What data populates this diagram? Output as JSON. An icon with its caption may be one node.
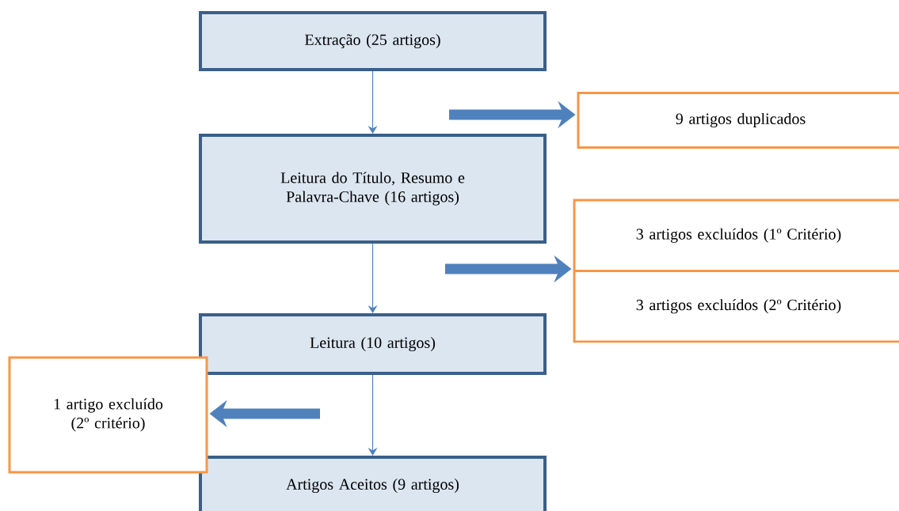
{
  "diagram": {
    "nodes": [
      {
        "text": [
          "Extração (25 artigos)"
        ]
      },
      {
        "text": [
          "Leitura do Título, Resumo e Palavra-Chave (16 artigos)"
        ]
      },
      {
        "text": [
          "Leitura (10 artigos)"
        ]
      },
      {
        "text": [
          "Artigos Aceitos (9 artigos)"
        ]
      },
      {
        "text": [
          "9 artigos duplicados"
        ]
      },
      {
        "text": [
          "3 artigos excluídos (1º Critério)",
          "3 artigos excluídos (2º Critério)"
        ]
      },
      {
        "text": [
          "1 artigo excluído (2º critério)"
        ]
      }
    ],
    "edges": [
      {
        "from": 0,
        "to": 1,
        "arrow": "to"
      },
      {
        "from": 1,
        "to": 2,
        "arrow": "to"
      },
      {
        "from": 2,
        "to": 3,
        "arrow": "to"
      },
      {
        "from": null,
        "to": 4,
        "arrow": "to",
        "style": "thick"
      },
      {
        "from": null,
        "to": 5,
        "arrow": "to",
        "style": "thick"
      },
      {
        "from": null,
        "to": 6,
        "arrow": "to",
        "style": "thick"
      }
    ]
  }
}
